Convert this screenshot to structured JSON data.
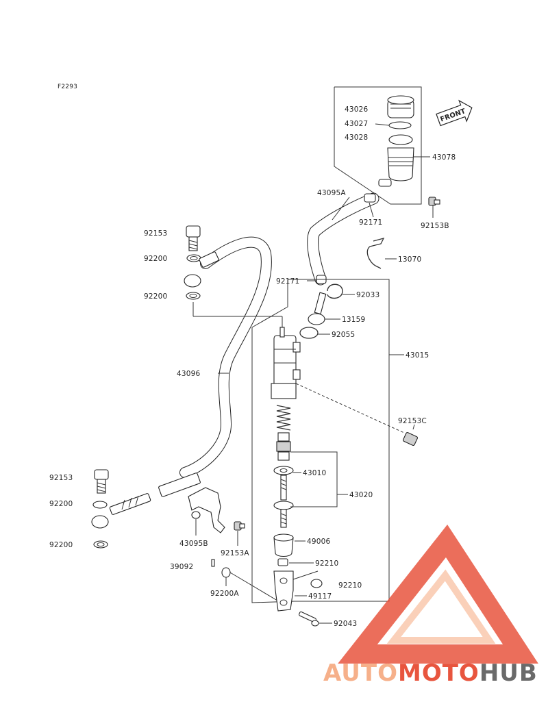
{
  "diagram": {
    "code": "F2293",
    "front_label": "FRONT",
    "labels": {
      "l43026": "43026",
      "l43027": "43027",
      "l43028": "43028",
      "l43078": "43078",
      "l43095A": "43095A",
      "l92171a": "92171",
      "l92153B": "92153B",
      "l92153a": "92153",
      "l92200a": "92200",
      "l92200b": "92200",
      "l13070": "13070",
      "l92171b": "92171",
      "l92033": "92033",
      "l13159": "13159",
      "l92055": "92055",
      "l43015": "43015",
      "l43096": "43096",
      "l92153C": "92153C",
      "l43010": "43010",
      "l43020": "43020",
      "l92153b": "92153",
      "l92200c": "92200",
      "l92200d": "92200",
      "l43095B": "43095B",
      "l92153A": "92153A",
      "l49006": "49006",
      "l92210a": "92210",
      "l92210b": "92210",
      "l39092": "39092",
      "l92200A": "92200A",
      "l49117": "49117",
      "l92043": "92043"
    }
  },
  "watermark": {
    "part1": "AUTO",
    "part2": "MOTO",
    "part3": "HUB",
    "color_light": "#f6b08a",
    "color_red": "#e8553e",
    "color_gray": "#6a6a6a"
  }
}
